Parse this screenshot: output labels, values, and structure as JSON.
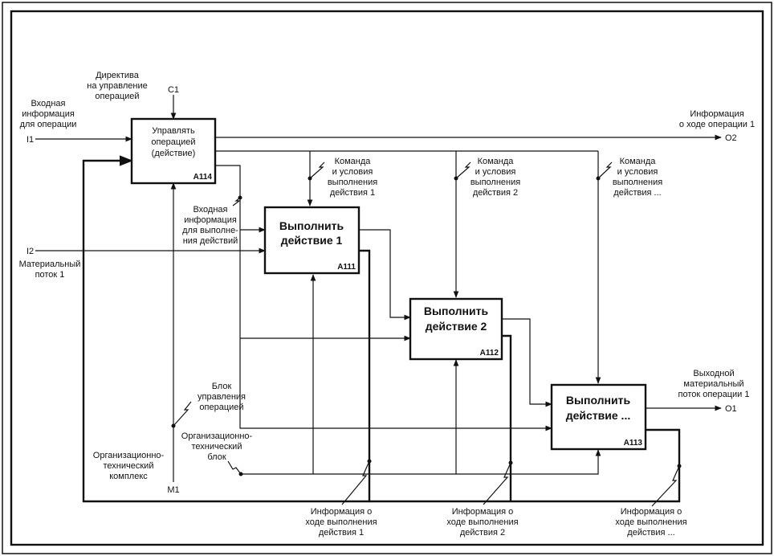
{
  "boxes": {
    "a114": {
      "line1": "Управлять",
      "line2": "операцией",
      "line3": "(действие)",
      "id": "A114"
    },
    "a111": {
      "line1": "Выполнить",
      "line2": "действие 1",
      "id": "A111"
    },
    "a112": {
      "line1": "Выполнить",
      "line2": "действие 2",
      "id": "A112"
    },
    "a113": {
      "line1": "Выполнить",
      "line2": "действие ...",
      "id": "A113"
    }
  },
  "codes": {
    "c1": "C1",
    "i1": "I1",
    "i2": "I2",
    "m1": "M1",
    "o1": "O1",
    "o2": "O2"
  },
  "labels": {
    "directive": [
      "Директива",
      "на управление",
      "операцией"
    ],
    "input_info": [
      "Входная",
      "информация",
      "для операции"
    ],
    "material": [
      "Материальный",
      "поток 1"
    ],
    "info_out": [
      "Информация",
      "о ходе операции 1"
    ],
    "output_material": [
      "Выходной",
      "материальный",
      "поток операции 1"
    ],
    "cmd1": [
      "Команда",
      "и условия",
      "выполнения",
      "действия 1"
    ],
    "cmd2": [
      "Команда",
      "и условия",
      "выполнения",
      "действия 2"
    ],
    "cmd3": [
      "Команда",
      "и условия",
      "выполнения",
      "действия ..."
    ],
    "input_actions": [
      "Входная",
      "информация",
      "для выполне-",
      "ния действий"
    ],
    "control_block": [
      "Блок",
      "управления",
      "операцией"
    ],
    "org_block": [
      "Организационно-",
      "технический",
      "блок"
    ],
    "org_complex": [
      "Организационно-",
      "технический",
      "комплекс"
    ],
    "progress1": [
      "Информация о",
      "ходе выполнения",
      "действия 1"
    ],
    "progress2": [
      "Информация о",
      "ходе выполнения",
      "действия 2"
    ],
    "progress3": [
      "Информация о",
      "ходе выполнения",
      "действия ..."
    ]
  }
}
